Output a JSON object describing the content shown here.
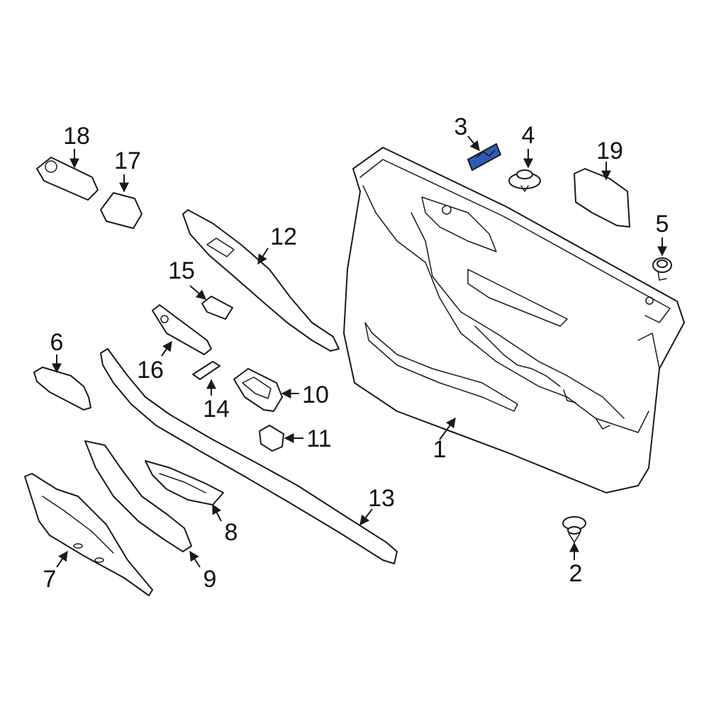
{
  "diagram": {
    "highlight_color": "#2f5bb7",
    "stroke_color": "#1a1a1a",
    "callouts": [
      {
        "id": "1",
        "label": "1"
      },
      {
        "id": "2",
        "label": "2"
      },
      {
        "id": "3",
        "label": "3"
      },
      {
        "id": "4",
        "label": "4"
      },
      {
        "id": "5",
        "label": "5"
      },
      {
        "id": "6",
        "label": "6"
      },
      {
        "id": "7",
        "label": "7"
      },
      {
        "id": "8",
        "label": "8"
      },
      {
        "id": "9",
        "label": "9"
      },
      {
        "id": "10",
        "label": "10"
      },
      {
        "id": "11",
        "label": "11"
      },
      {
        "id": "12",
        "label": "12"
      },
      {
        "id": "13",
        "label": "13"
      },
      {
        "id": "14",
        "label": "14"
      },
      {
        "id": "15",
        "label": "15"
      },
      {
        "id": "16",
        "label": "16"
      },
      {
        "id": "17",
        "label": "17"
      },
      {
        "id": "18",
        "label": "18"
      },
      {
        "id": "19",
        "label": "19"
      }
    ],
    "highlighted_part": "3"
  }
}
